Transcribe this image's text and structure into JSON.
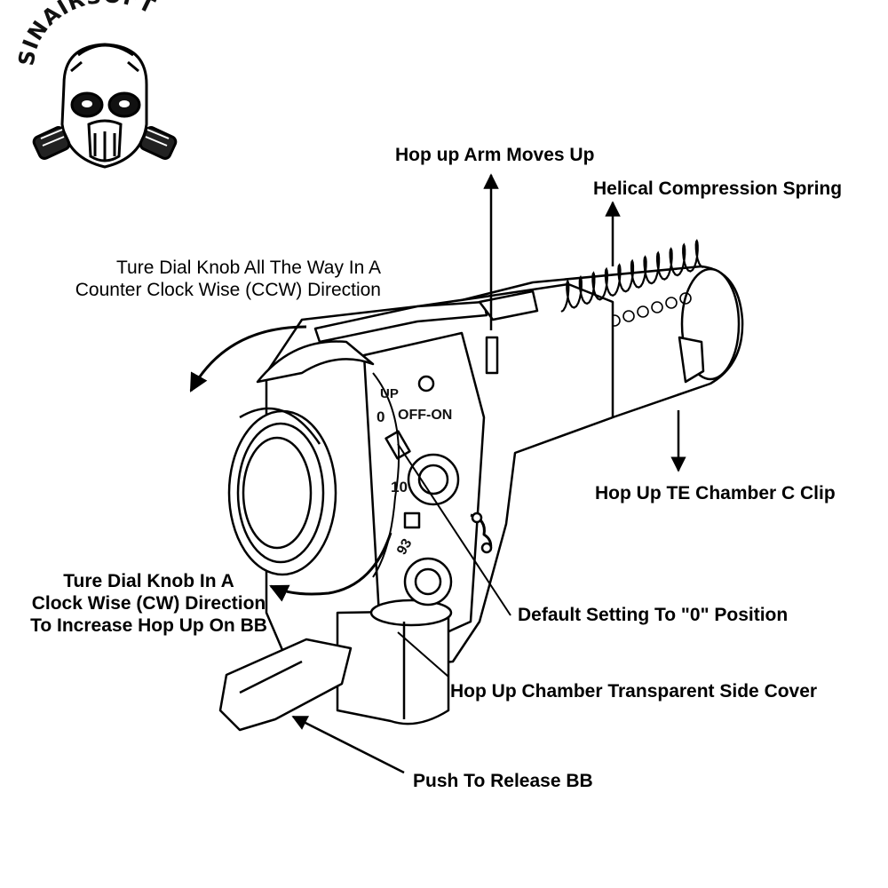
{
  "brand": {
    "logo_text": "SINAIRSOFT"
  },
  "callouts": {
    "arm_moves_up": "Hop up  Arm Moves Up",
    "helical_spring": "Helical Compression Spring",
    "ccw": [
      "Ture Dial Knob All The Way In A",
      "Counter Clock Wise (CCW) Direction"
    ],
    "te_chamber_clip": "Hop Up TE Chamber C Clip",
    "cw": [
      "Ture Dial Knob In A",
      "Clock Wise (CW) Direction",
      "To Increase Hop Up On BB"
    ],
    "default_setting": "Default Setting To \"0\" Position",
    "side_cover": "Hop Up Chamber Transparent Side Cover",
    "push_release": "Push To Release BB"
  },
  "dial_markings": {
    "up": "UP",
    "off_on": "OFF-ON",
    "zero": "0",
    "ten": "10",
    "ninety_three": "93"
  },
  "colors": {
    "ink": "#000000",
    "background": "#ffffff"
  }
}
